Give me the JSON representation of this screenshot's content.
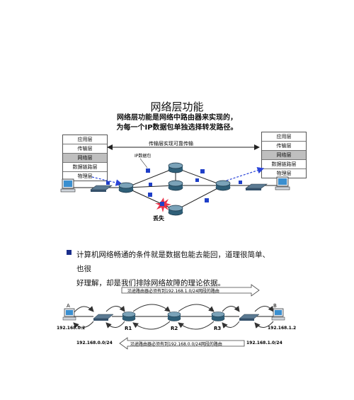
{
  "top_diagram": {
    "title": "网络层功能",
    "subtitle_line1": "网络层功能是网络中路由器来实现的，",
    "subtitle_line2": "为每一个IP数据包单独选择转发路径。",
    "transport_label": "传输层实现可靠传输",
    "packet_label": "IP数据包",
    "lost_label": "丢失",
    "left_stack": [
      "应用层",
      "传输层",
      "网络层",
      "数据链路层",
      "物理层"
    ],
    "right_stack": [
      "应用层",
      "传输层",
      "网络层",
      "数据链路层",
      "物理层"
    ],
    "highlighted_layer": "网络层",
    "colors": {
      "packet": "#1f3fc8",
      "router": "#2f5f78",
      "arrow": "#2a44d8",
      "lost": "#e8324a"
    }
  },
  "bullet": {
    "line1": "计算机网络畅通的条件就是数据包能去能回，道理很简单、也很",
    "line2": "好理解，却是我们排除网络故障的理论依据。"
  },
  "bottom_diagram": {
    "top_route_label": "沿途路由器必须有到192.168.1.0/24网段的路由",
    "bottom_route_label": "沿途路由器必须有到192.168.0.0/24网段的路由",
    "host_a": "A",
    "host_b": "B",
    "ip_a": "192.168.0.2",
    "ip_b": "192.168.1.2",
    "router1": "R1",
    "router2": "R2",
    "router3": "R3",
    "net_left": "192.168.0.0/24",
    "net_right": "192.168.1.0/24"
  }
}
